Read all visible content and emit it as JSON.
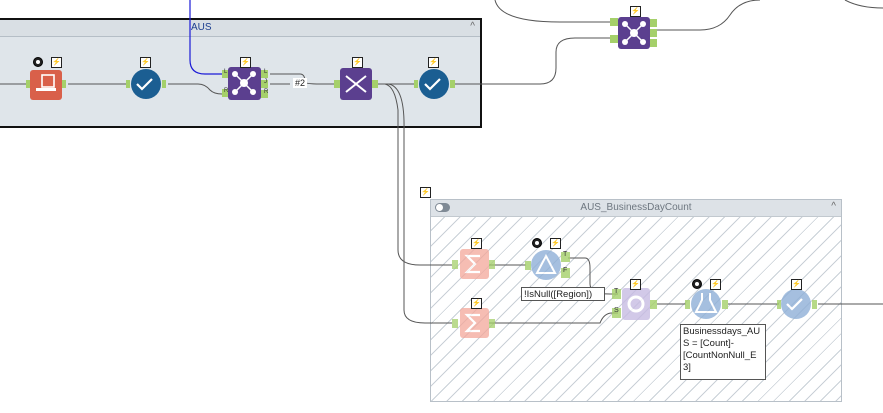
{
  "containers": {
    "aus": {
      "title": "AUS",
      "collapse_glyph": "^"
    },
    "business_day_count": {
      "title": "AUS_BusinessDayCount",
      "collapse_glyph": "^"
    }
  },
  "annotations": {
    "filter_expression": "!IsNull([Region])",
    "formula_expression": "Businessdays_AU S = [Count]- [CountNonNull_E 3]"
  },
  "connection_labels": {
    "join_link": "#2"
  },
  "anchor_labels": {
    "join_left": "L",
    "join_join": "J",
    "join_right": "R",
    "join_input_l": "L",
    "join_input_r": "R",
    "filter_true": "T",
    "filter_false": "F",
    "append_target": "T",
    "append_source": "S"
  },
  "badge_glyph": "⚡",
  "tools": {
    "input_text": {
      "icon": "text-input-icon",
      "color": "#d9604a"
    },
    "select": {
      "icon": "select-check-icon",
      "color": "#1b5e92"
    },
    "join": {
      "icon": "join-icon",
      "color": "#5b3f8f"
    },
    "dynamic_rename": {
      "icon": "dna-icon",
      "color": "#5b3f8f"
    },
    "summarize": {
      "icon": "summarize-sigma-icon",
      "color": "#f08a78"
    },
    "filter": {
      "icon": "filter-icon",
      "color": "#4a79b8"
    },
    "append": {
      "icon": "append-fields-icon",
      "color": "#9a86c8"
    },
    "formula": {
      "icon": "formula-flask-icon",
      "color": "#4a79b8"
    }
  }
}
